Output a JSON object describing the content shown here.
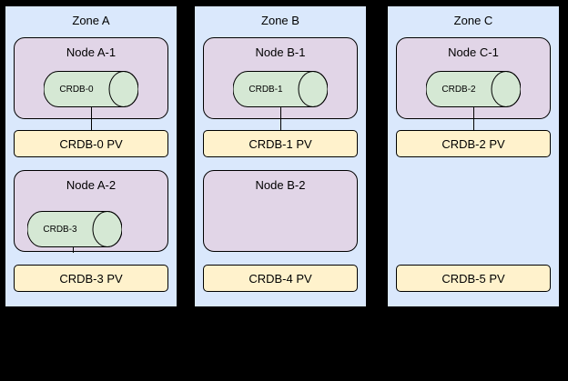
{
  "diagram": {
    "kind": "kubernetes-cockroachdb-topology",
    "colors": {
      "background": "#000000",
      "zone_fill": "#dae8fc",
      "node_fill": "#e1d5e7",
      "pv_fill": "#fff2cc",
      "cylinder_fill": "#d5e8d4",
      "border": "#000000"
    }
  },
  "zones": [
    {
      "label": "Zone A",
      "rows": [
        {
          "node": "Node A-1",
          "cylinder": "CRDB-0",
          "pv": "CRDB-0 PV"
        },
        {
          "node": "Node A-2",
          "cylinder": "CRDB-3",
          "pv": "CRDB-3 PV"
        }
      ]
    },
    {
      "label": "Zone B",
      "rows": [
        {
          "node": "Node B-1",
          "cylinder": "CRDB-1",
          "pv": "CRDB-1 PV"
        },
        {
          "node": "Node B-2",
          "cylinder": null,
          "pv": "CRDB-4 PV"
        }
      ]
    },
    {
      "label": "Zone C",
      "rows": [
        {
          "node": "Node C-1",
          "cylinder": "CRDB-2",
          "pv": "CRDB-2 PV"
        },
        {
          "node": null,
          "cylinder": null,
          "pv": "CRDB-5 PV"
        }
      ]
    }
  ]
}
